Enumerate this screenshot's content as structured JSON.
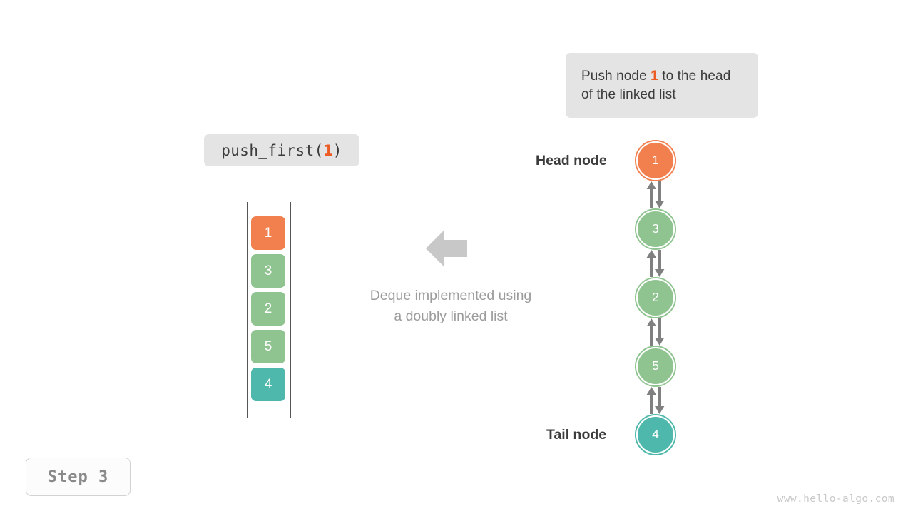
{
  "callout": {
    "text_before": "Push node ",
    "highlight": "1",
    "text_after": " to the head of the linked list",
    "bg_color": "#e4e4e4"
  },
  "operation": {
    "prefix": "push_first(",
    "argument": "1",
    "suffix": ")"
  },
  "step": {
    "label": "Step 3"
  },
  "watermark": {
    "text": "www.hello-algo.com"
  },
  "caption": {
    "line1": "Deque implemented using",
    "line2": "a doubly linked list"
  },
  "flow_arrow": {
    "icon": "arrow-left-icon",
    "color": "#c8c8c8",
    "direction": "left"
  },
  "deque": {
    "title": "deque-array-column",
    "rail_color": "#555555",
    "cells": [
      {
        "value": "1",
        "color": "#f2804f"
      },
      {
        "value": "3",
        "color": "#8fc490"
      },
      {
        "value": "2",
        "color": "#8fc490"
      },
      {
        "value": "5",
        "color": "#8fc490"
      },
      {
        "value": "4",
        "color": "#4fb8ac"
      }
    ]
  },
  "linked_list": {
    "head_label": "Head node",
    "tail_label": "Tail node",
    "link_color": "#808080",
    "link_icon": "double-arrow-vertical-icon",
    "nodes": [
      {
        "value": "1",
        "color": "#f2804f",
        "role": "head"
      },
      {
        "value": "3",
        "color": "#8fc490",
        "role": "middle"
      },
      {
        "value": "2",
        "color": "#8fc490",
        "role": "middle"
      },
      {
        "value": "5",
        "color": "#8fc490",
        "role": "middle"
      },
      {
        "value": "4",
        "color": "#4fb8ac",
        "role": "tail"
      }
    ]
  },
  "colors": {
    "accent_orange": "#f2804f",
    "highlight_orange": "#ec5b24",
    "green": "#8fc490",
    "teal": "#4fb8ac",
    "chip_bg": "#e4e4e4",
    "text_dark": "#3c3c3c",
    "text_muted": "#9c9c9c",
    "watermark": "#c9c9c9"
  }
}
